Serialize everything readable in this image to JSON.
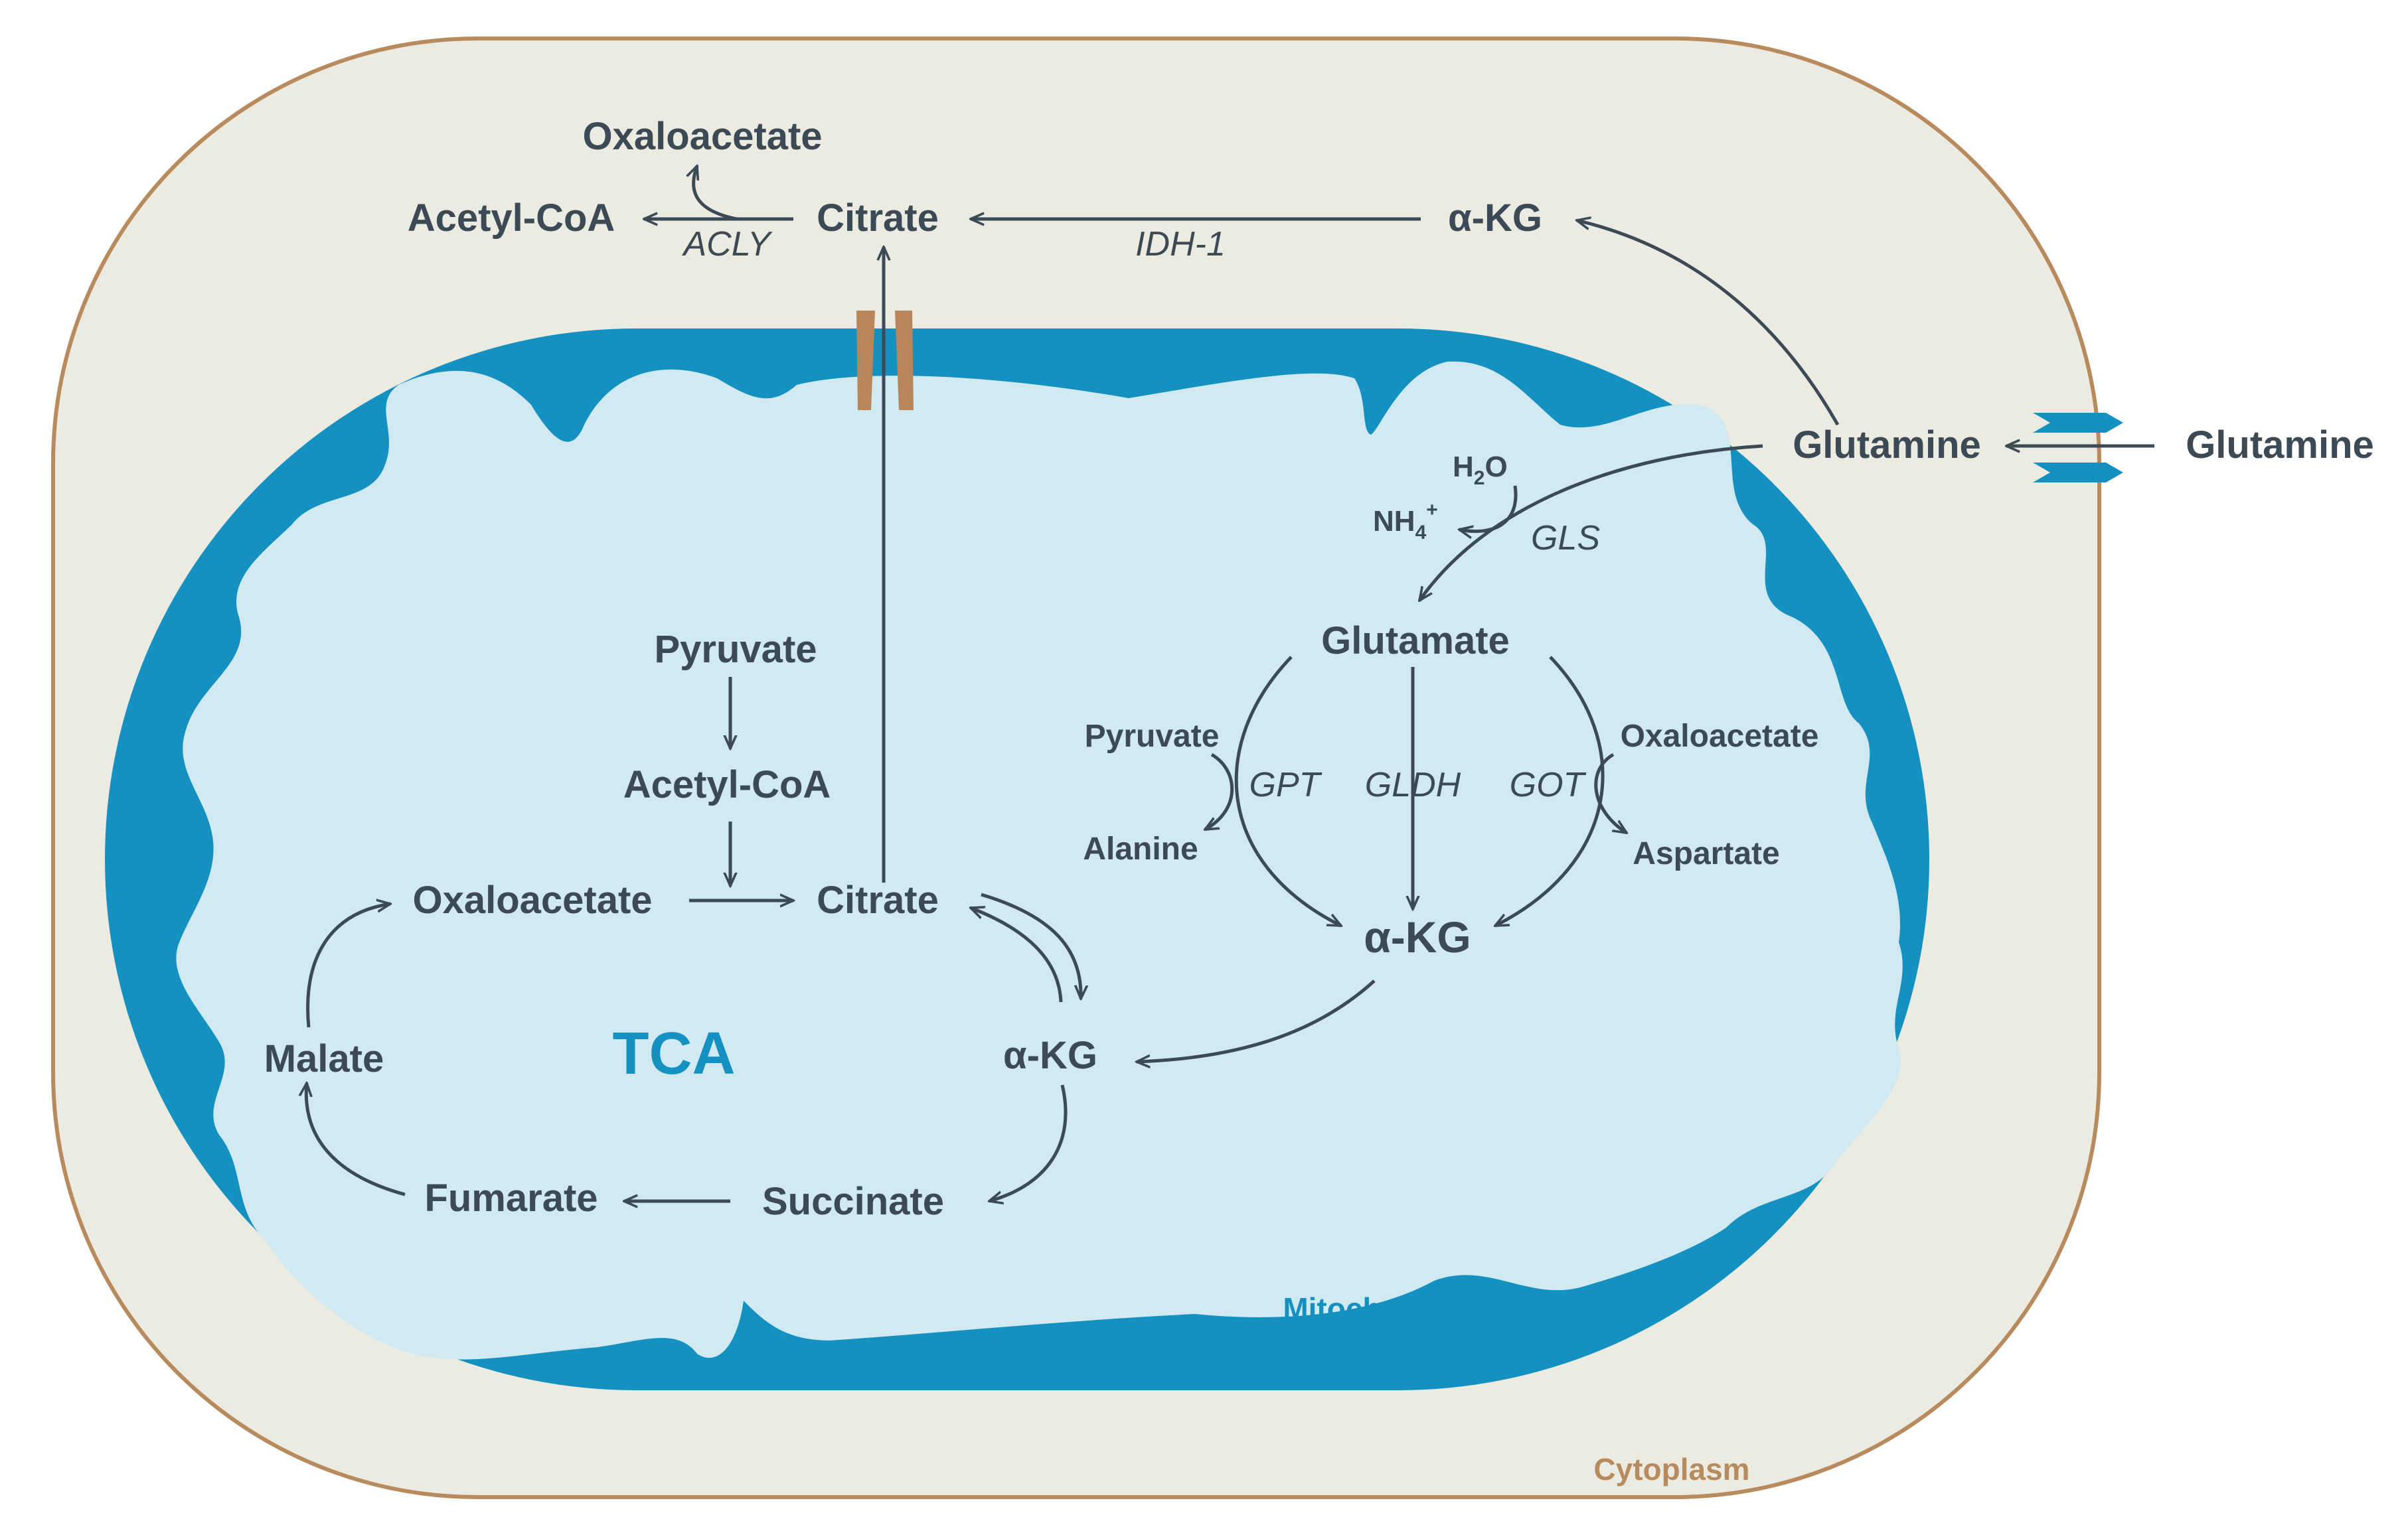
{
  "colors": {
    "cell_fill": "#ecebe2",
    "cell_stroke": "#b88b5e",
    "membrane": "#1591c1",
    "matrix": "#d1e9f0",
    "text": "#3b4a55",
    "tca_label": "#1591c1",
    "transporter": "#b8865a"
  },
  "labels": {
    "oxaloacetate_cyto": "Oxaloacetate",
    "acetyl_coa_cyto": "Acetyl-CoA",
    "citrate_cyto": "Citrate",
    "akg_cyto": "α-KG",
    "glutamine_cyto": "Glutamine",
    "glutamine_ext": "Glutamine",
    "h2o": "H",
    "h2o_sub": "2",
    "h2o_end": "O",
    "nh4": "NH",
    "nh4_sub": "4",
    "nh4_sup": "+",
    "glutamate": "Glutamate",
    "pyruvate_gpt": "Pyruvate",
    "alanine": "Alanine",
    "oxaloacetate_got": "Oxaloacetate",
    "aspartate": "Aspartate",
    "akg_glu": "α-KG",
    "pyruvate_mito": "Pyruvate",
    "acetyl_coa_mito": "Acetyl-CoA",
    "oxaloacetate_tca": "Oxaloacetate",
    "citrate_tca": "Citrate",
    "akg_tca": "α-KG",
    "succinate": "Succinate",
    "fumarate": "Fumarate",
    "malate": "Malate",
    "tca": "TCA",
    "mitochondrion": "Mitochondrion",
    "cytoplasm": "Cytoplasm"
  },
  "enzymes": {
    "acly": "ACLY",
    "idh1": "IDH-1",
    "gls": "GLS",
    "gpt": "GPT",
    "gldh": "GLDH",
    "got": "GOT"
  }
}
